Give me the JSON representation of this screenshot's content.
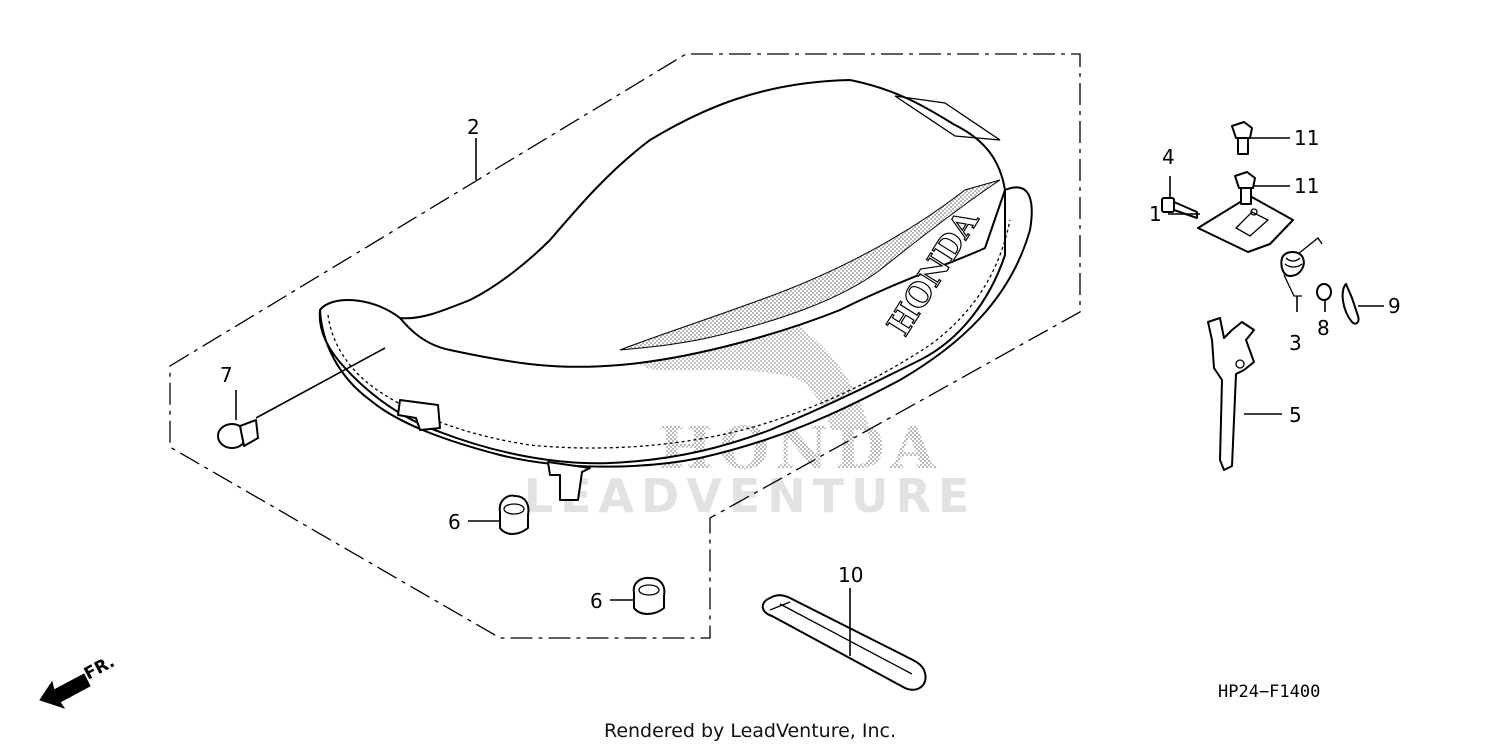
{
  "diagram": {
    "callouts": [
      {
        "id": "1",
        "label": "1"
      },
      {
        "id": "2",
        "label": "2"
      },
      {
        "id": "3",
        "label": "3"
      },
      {
        "id": "4",
        "label": "4"
      },
      {
        "id": "5",
        "label": "5"
      },
      {
        "id": "6a",
        "label": "6"
      },
      {
        "id": "6b",
        "label": "6"
      },
      {
        "id": "7",
        "label": "7"
      },
      {
        "id": "8",
        "label": "8"
      },
      {
        "id": "9",
        "label": "9"
      },
      {
        "id": "10",
        "label": "10"
      },
      {
        "id": "11a",
        "label": "11"
      },
      {
        "id": "11b",
        "label": "11"
      }
    ],
    "seat_logo_text": "HONDA",
    "watermark_brand": "HONDA",
    "watermark_text": "LEADVENTURE",
    "direction_label": "FR.",
    "diagram_code": "HP24−F1400",
    "credit": "Rendered by LeadVenture, Inc."
  }
}
